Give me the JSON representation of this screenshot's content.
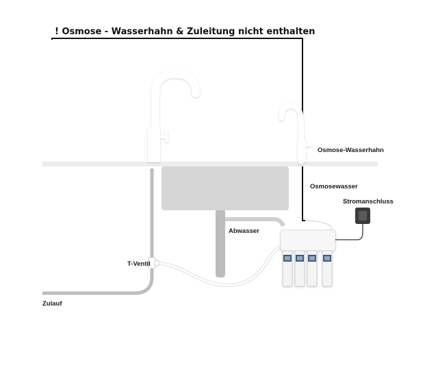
{
  "notice": "! Osmose - Wasserhahn & Zuleitung nicht enthalten",
  "labels": {
    "osmose_tap": "Osmose-Wasserhahn",
    "osmose_water": "Osmosewasser",
    "power": "Stromanschluss",
    "waste_water": "Abwasser",
    "t_valve": "T-Ventil",
    "inlet": "Zulauf"
  },
  "colors": {
    "fixture_white": "#ffffff",
    "counter": "#ebebeb",
    "sink_basin": "#d4d4d4",
    "pipe_grey": "#b9b9b9",
    "line_black": "#111111",
    "filter_accent": "#3d5c80"
  },
  "icons": [
    "faucet-icon",
    "osmose-faucet-icon",
    "power-plug-icon",
    "filter-cartridge-icon"
  ]
}
